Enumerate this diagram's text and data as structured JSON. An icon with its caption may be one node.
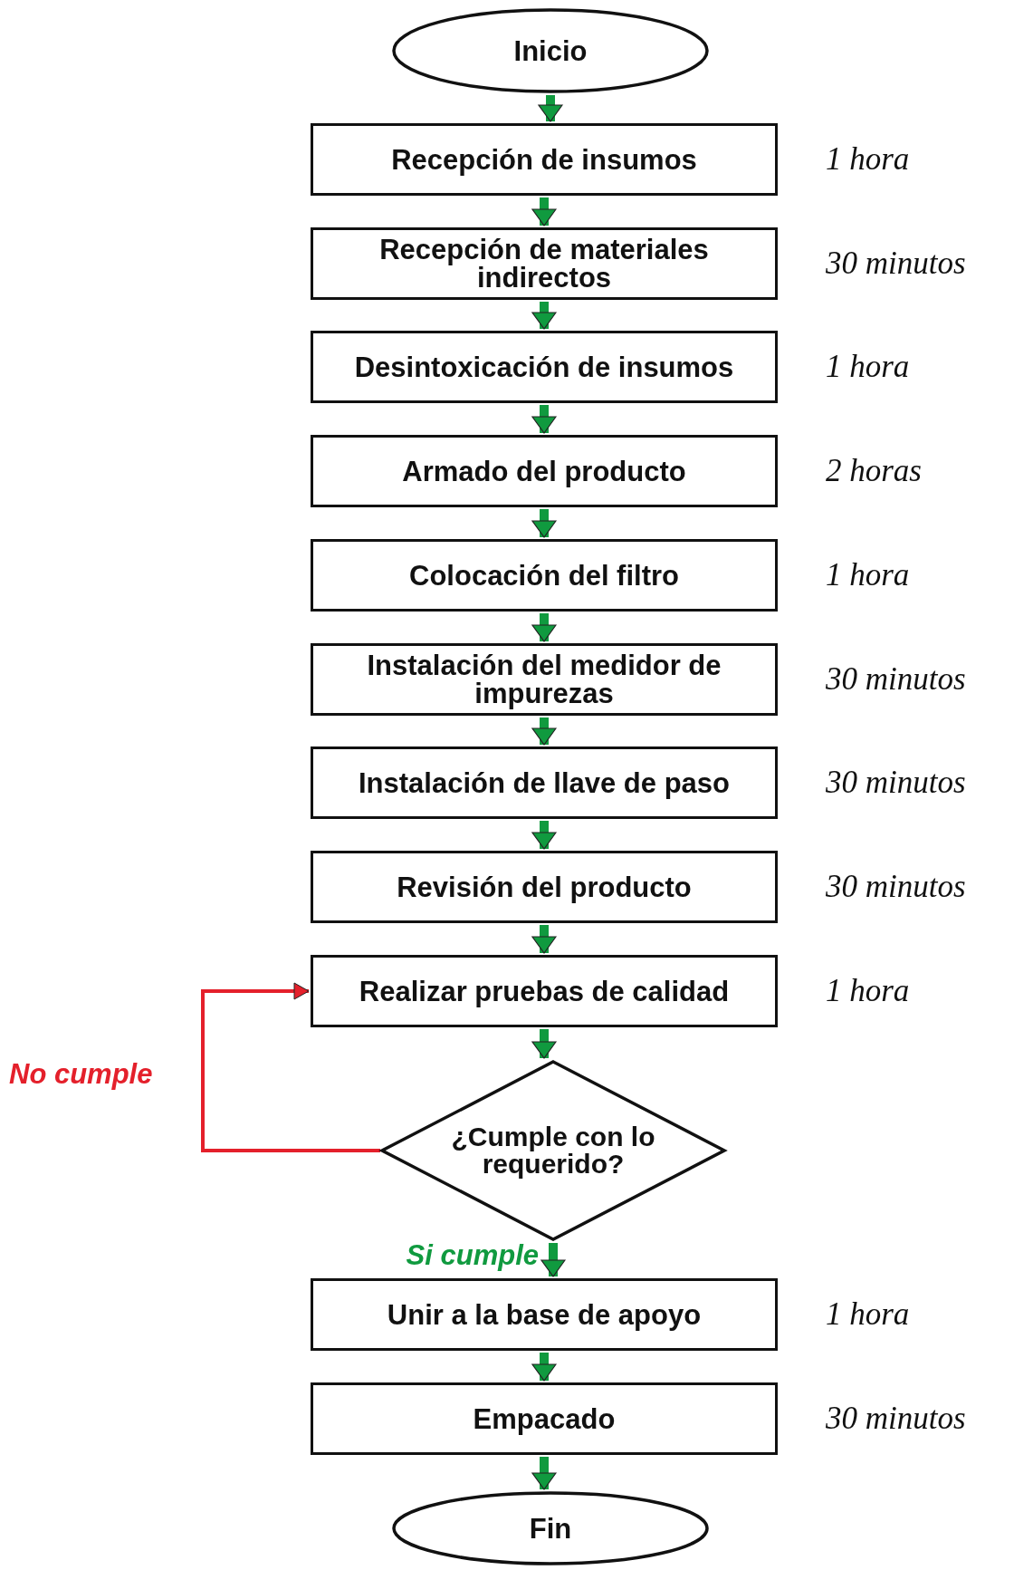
{
  "diagram": {
    "nodes": [
      {
        "text": [
          "Inicio"
        ]
      },
      {
        "text": [
          "Recepción de insumos"
        ],
        "beside": [
          "1 hora"
        ]
      },
      {
        "text": [
          "Recepción de materiales indirectos"
        ],
        "beside": [
          "30 minutos"
        ]
      },
      {
        "text": [
          "Desintoxicación de insumos"
        ],
        "beside": [
          "1 hora"
        ]
      },
      {
        "text": [
          "Armado del producto"
        ],
        "beside": [
          "2 horas"
        ]
      },
      {
        "text": [
          "Colocación del filtro"
        ],
        "beside": [
          "1 hora"
        ]
      },
      {
        "text": [
          "Instalación del medidor de impurezas"
        ],
        "beside": [
          "30 minutos"
        ]
      },
      {
        "text": [
          "Instalación de llave de paso"
        ],
        "beside": [
          "30 minutos"
        ]
      },
      {
        "text": [
          "Revisión del producto"
        ],
        "beside": [
          "30 minutos"
        ]
      },
      {
        "text": [
          "Realizar pruebas de calidad"
        ],
        "beside": [
          "1 hora"
        ]
      },
      {
        "text": [
          "¿Cumple con lo requerido?"
        ]
      },
      {
        "text": [
          "Unir a la base de apoyo"
        ],
        "beside": [
          "1 hora"
        ]
      },
      {
        "text": [
          "Empacado"
        ],
        "beside": [
          "30 minutos"
        ]
      },
      {
        "text": [
          "Fin"
        ]
      }
    ],
    "edges": [
      {
        "from": 0,
        "to": 1,
        "arrow": "to"
      },
      {
        "from": 1,
        "to": 2,
        "arrow": "to"
      },
      {
        "from": 2,
        "to": 3,
        "arrow": "to"
      },
      {
        "from": 3,
        "to": 4,
        "arrow": "to"
      },
      {
        "from": 4,
        "to": 5,
        "arrow": "to"
      },
      {
        "from": 5,
        "to": 6,
        "arrow": "to"
      },
      {
        "from": 6,
        "to": 7,
        "arrow": "to"
      },
      {
        "from": 7,
        "to": 8,
        "arrow": "to"
      },
      {
        "from": 8,
        "to": 9,
        "arrow": "to"
      },
      {
        "from": 9,
        "to": 10,
        "arrow": "to"
      },
      {
        "from": 10,
        "to": 9,
        "arrow": "to",
        "label": "No cumple",
        "color": "#e4202b"
      },
      {
        "from": 10,
        "to": 11,
        "arrow": "to",
        "label": "Si cumple"
      },
      {
        "from": 11,
        "to": 12,
        "arrow": "to"
      },
      {
        "from": 12,
        "to": 13,
        "arrow": "to"
      }
    ]
  }
}
